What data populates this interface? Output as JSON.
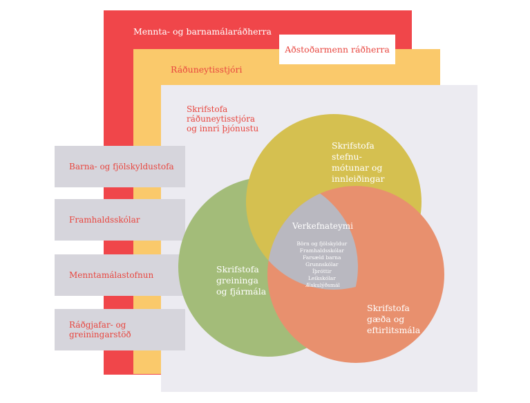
{
  "layers": {
    "minister": "Mennta- og barnamálaráðherra",
    "assistants": "Aðstoðarmenn ráðherra",
    "secretary": "Ráðuneytisstjóri",
    "office": [
      "Skrifstofa",
      "ráðuneytisstjóra",
      "og innri þjónustu"
    ]
  },
  "agencies": [
    [
      "Barna- og fjölskyldustofa"
    ],
    [
      "Framhaldsskólar"
    ],
    [
      "Menntamálastofnun"
    ],
    [
      "Ráðgjafar- og",
      "greiningarstöð"
    ]
  ],
  "venn": {
    "top": [
      "Skrifstofa",
      "stefnu-",
      "mótunar og",
      "innleiðingar"
    ],
    "left": [
      "Skrifstofa",
      "greininga",
      "og fjármála"
    ],
    "right": [
      "Skrifstofa",
      "gæða og",
      "eftirlitsmála"
    ],
    "center_title": "Verkefnateymi",
    "center_items": [
      "Börn og fjölskyldur",
      "Framhaldsskólar",
      "Farsæld barna",
      "Grunnskólar",
      "Íþróttir",
      "Leikskólar",
      "Æskulýðsmál"
    ]
  },
  "colors": {
    "minister": "#f0464a",
    "secretary": "#fac96b",
    "office": "#ecebf1",
    "agency_box": "#d6d5dc",
    "label_red": "#e8463f",
    "circle_top": "#d5c050",
    "circle_left": "#a3bc79",
    "circle_right": "#e8906e",
    "center": "#b9b8c0"
  }
}
